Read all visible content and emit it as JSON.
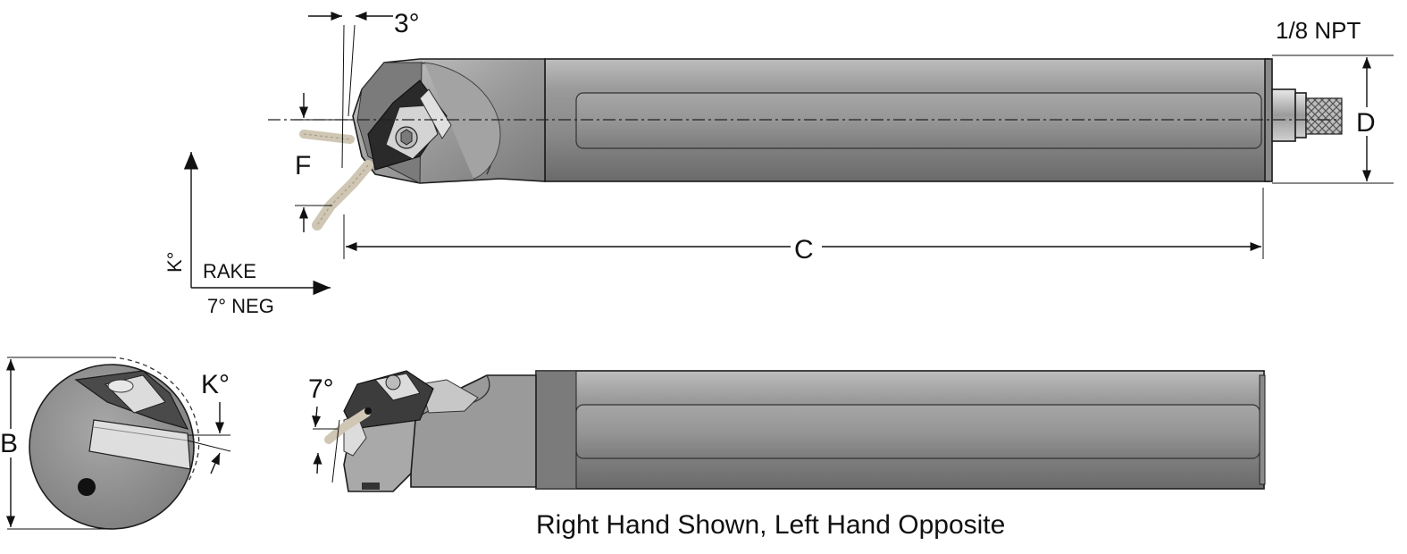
{
  "labels": {
    "angle_top": "3°",
    "npt": "1/8 NPT",
    "dim_d": "D",
    "dim_f": "F",
    "dim_c": "C",
    "dim_b": "B",
    "k_axis": "K°",
    "rake": "RAKE",
    "neg": "7° NEG",
    "k_end": "K°",
    "angle_bottom": "7°"
  },
  "caption": "Right Hand Shown,  Left Hand Opposite",
  "colors": {
    "body_gray": "#8e8e8e",
    "body_dark": "#5c5c5c",
    "insert_black": "#1a1a1a",
    "coolant_tan": "#cfc6b4"
  }
}
